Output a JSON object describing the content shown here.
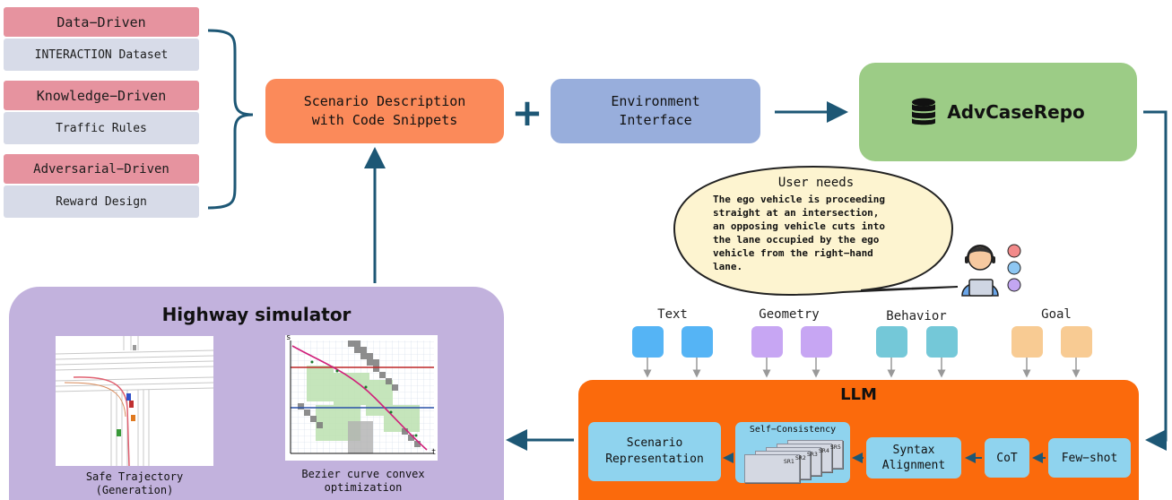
{
  "sources": {
    "data_driven": {
      "head": "Data−Driven",
      "sub": "INTERACTION Dataset"
    },
    "knowledge_driven": {
      "head": "Knowledge−Driven",
      "sub": "Traffic Rules"
    },
    "adversarial_driven": {
      "head": "Adversarial−Driven",
      "sub": "Reward Design"
    }
  },
  "scenario_description": {
    "line1": "Scenario Description",
    "line2": "with Code Snippets"
  },
  "plus": "+",
  "environment_interface": {
    "line1": "Environment",
    "line2": "Interface"
  },
  "repo": {
    "label": "AdvCaseRepo",
    "icon": "database-icon"
  },
  "user_needs": {
    "title": "User needs",
    "lines": [
      "The ego vehicle is proceeding",
      "straight at an intersection,",
      "an opposing vehicle cuts into",
      "the lane occupied by the ego",
      "vehicle from the right−hand",
      "lane."
    ],
    "icon": "user-developer-icon"
  },
  "tokens": {
    "text": "Text",
    "geometry": "Geometry",
    "behavior": "Behavior",
    "goal": "Goal"
  },
  "colors": {
    "text": "#55b4f5",
    "geometry": "#c7a6f3",
    "behavior": "#74c8d8",
    "goal": "#f8cb93",
    "llm": "#fb6a0c",
    "simulator": "#c2b2dd",
    "repo": "#9ccc86",
    "scenario": "#fb8a5a",
    "env": "#98aedc",
    "arrow": "#1d5775"
  },
  "llm": {
    "title": "LLM",
    "scenario_rep": {
      "line1": "Scenario",
      "line2": "Representation"
    },
    "self_consistency": "Self−Consistency",
    "sr_tags": [
      "SR1",
      "SR2",
      "SR3",
      "SR4",
      "SR5"
    ],
    "syntax": {
      "line1": "Syntax",
      "line2": "Alignment"
    },
    "cot": "CoT",
    "few_shot": "Few−shot"
  },
  "simulator": {
    "title": "Highway simulator",
    "left_caption": {
      "line1": "Safe Trajectory",
      "line2": "(Generation)"
    },
    "right_caption": {
      "line1": "Bezier curve convex",
      "line2": "optimization"
    },
    "axis_s": "s",
    "axis_t": "t"
  }
}
